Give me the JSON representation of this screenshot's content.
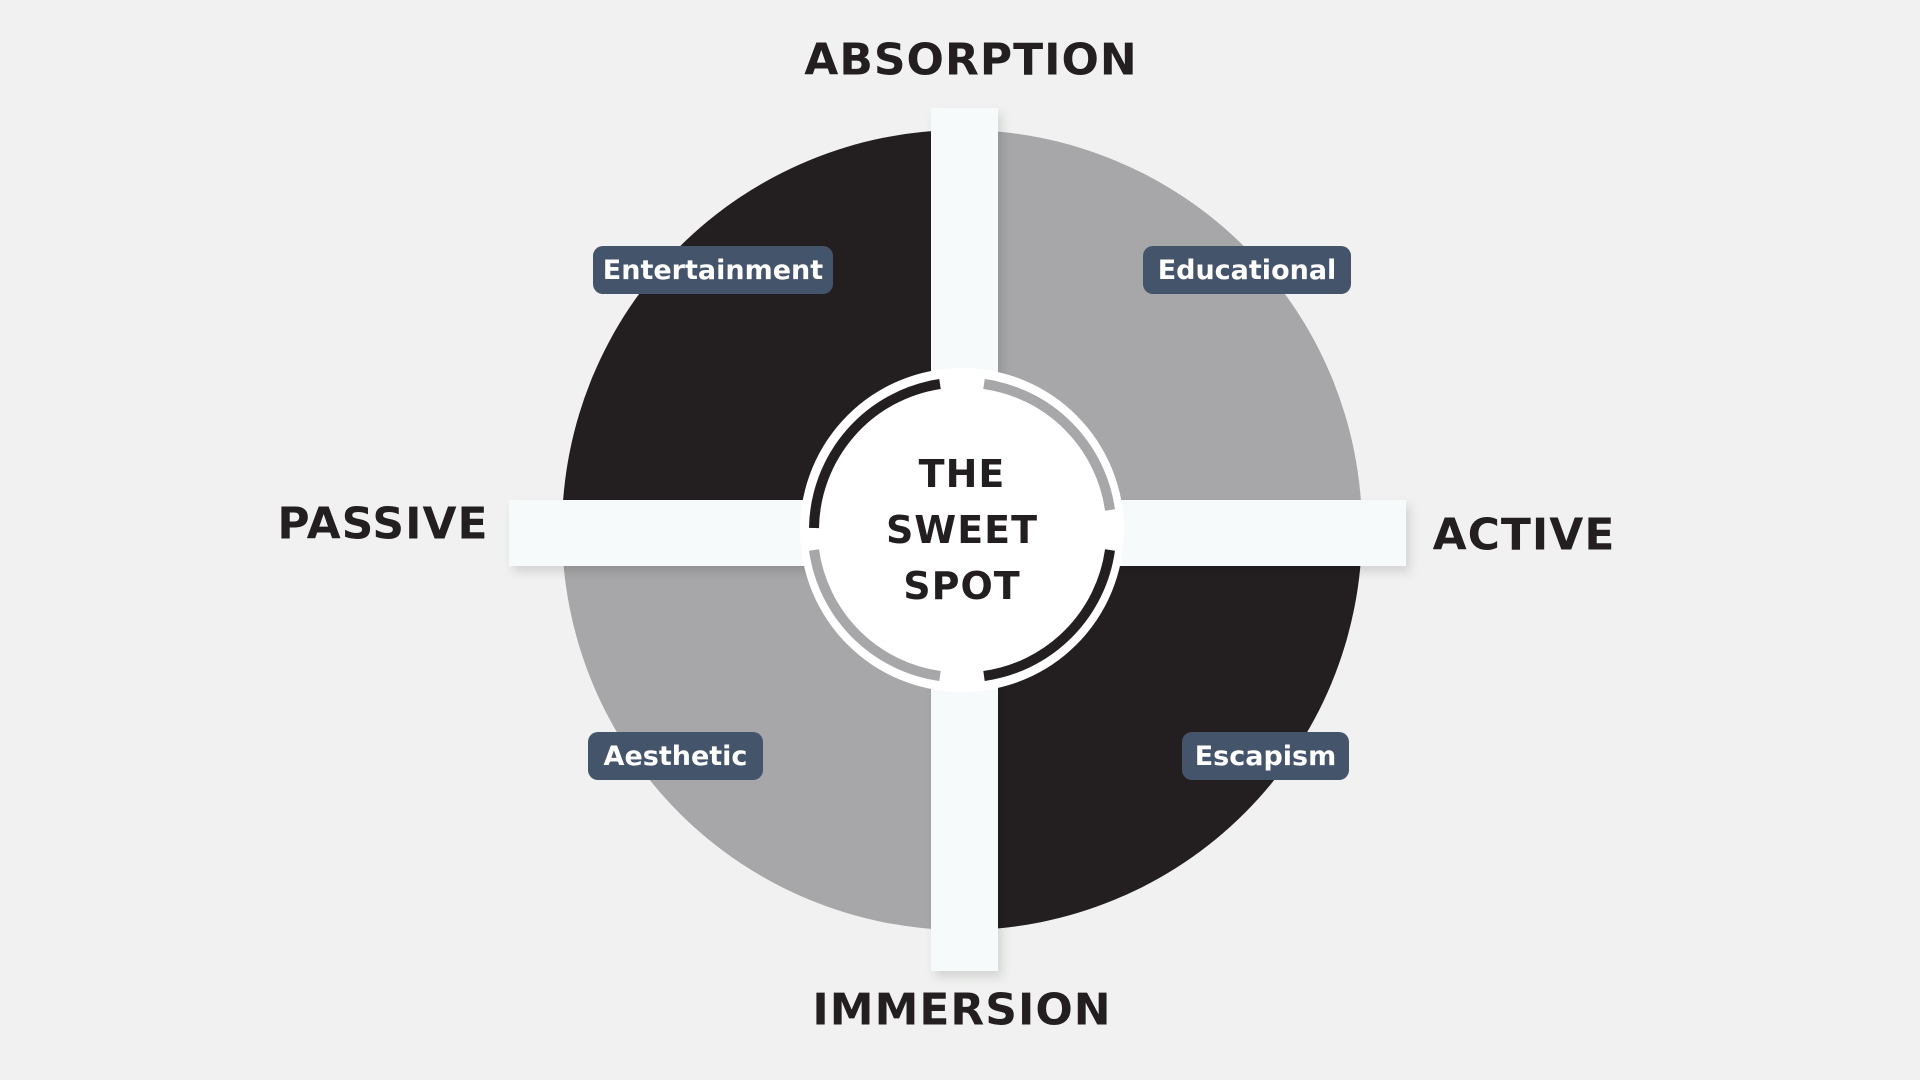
{
  "axes": {
    "top": "ABSORPTION",
    "bottom": "IMMERSION",
    "left": "PASSIVE",
    "right": "ACTIVE"
  },
  "quadrants": [
    {
      "label": "Entertainment",
      "position": "top-left",
      "color": "#231f20"
    },
    {
      "label": "Educational",
      "position": "top-right",
      "color": "#a7a7a9"
    },
    {
      "label": "Aesthetic",
      "position": "bottom-left",
      "color": "#a7a7a9"
    },
    {
      "label": "Escapism",
      "position": "bottom-right",
      "color": "#231f20"
    }
  ],
  "center": {
    "lines": [
      "THE",
      "SWEET",
      "SPOT"
    ]
  },
  "colors": {
    "background": "#f0f1f0",
    "dark": "#231f20",
    "gray": "#a7a7a9",
    "pill": "#44546a",
    "bar": "#f7fafb"
  }
}
